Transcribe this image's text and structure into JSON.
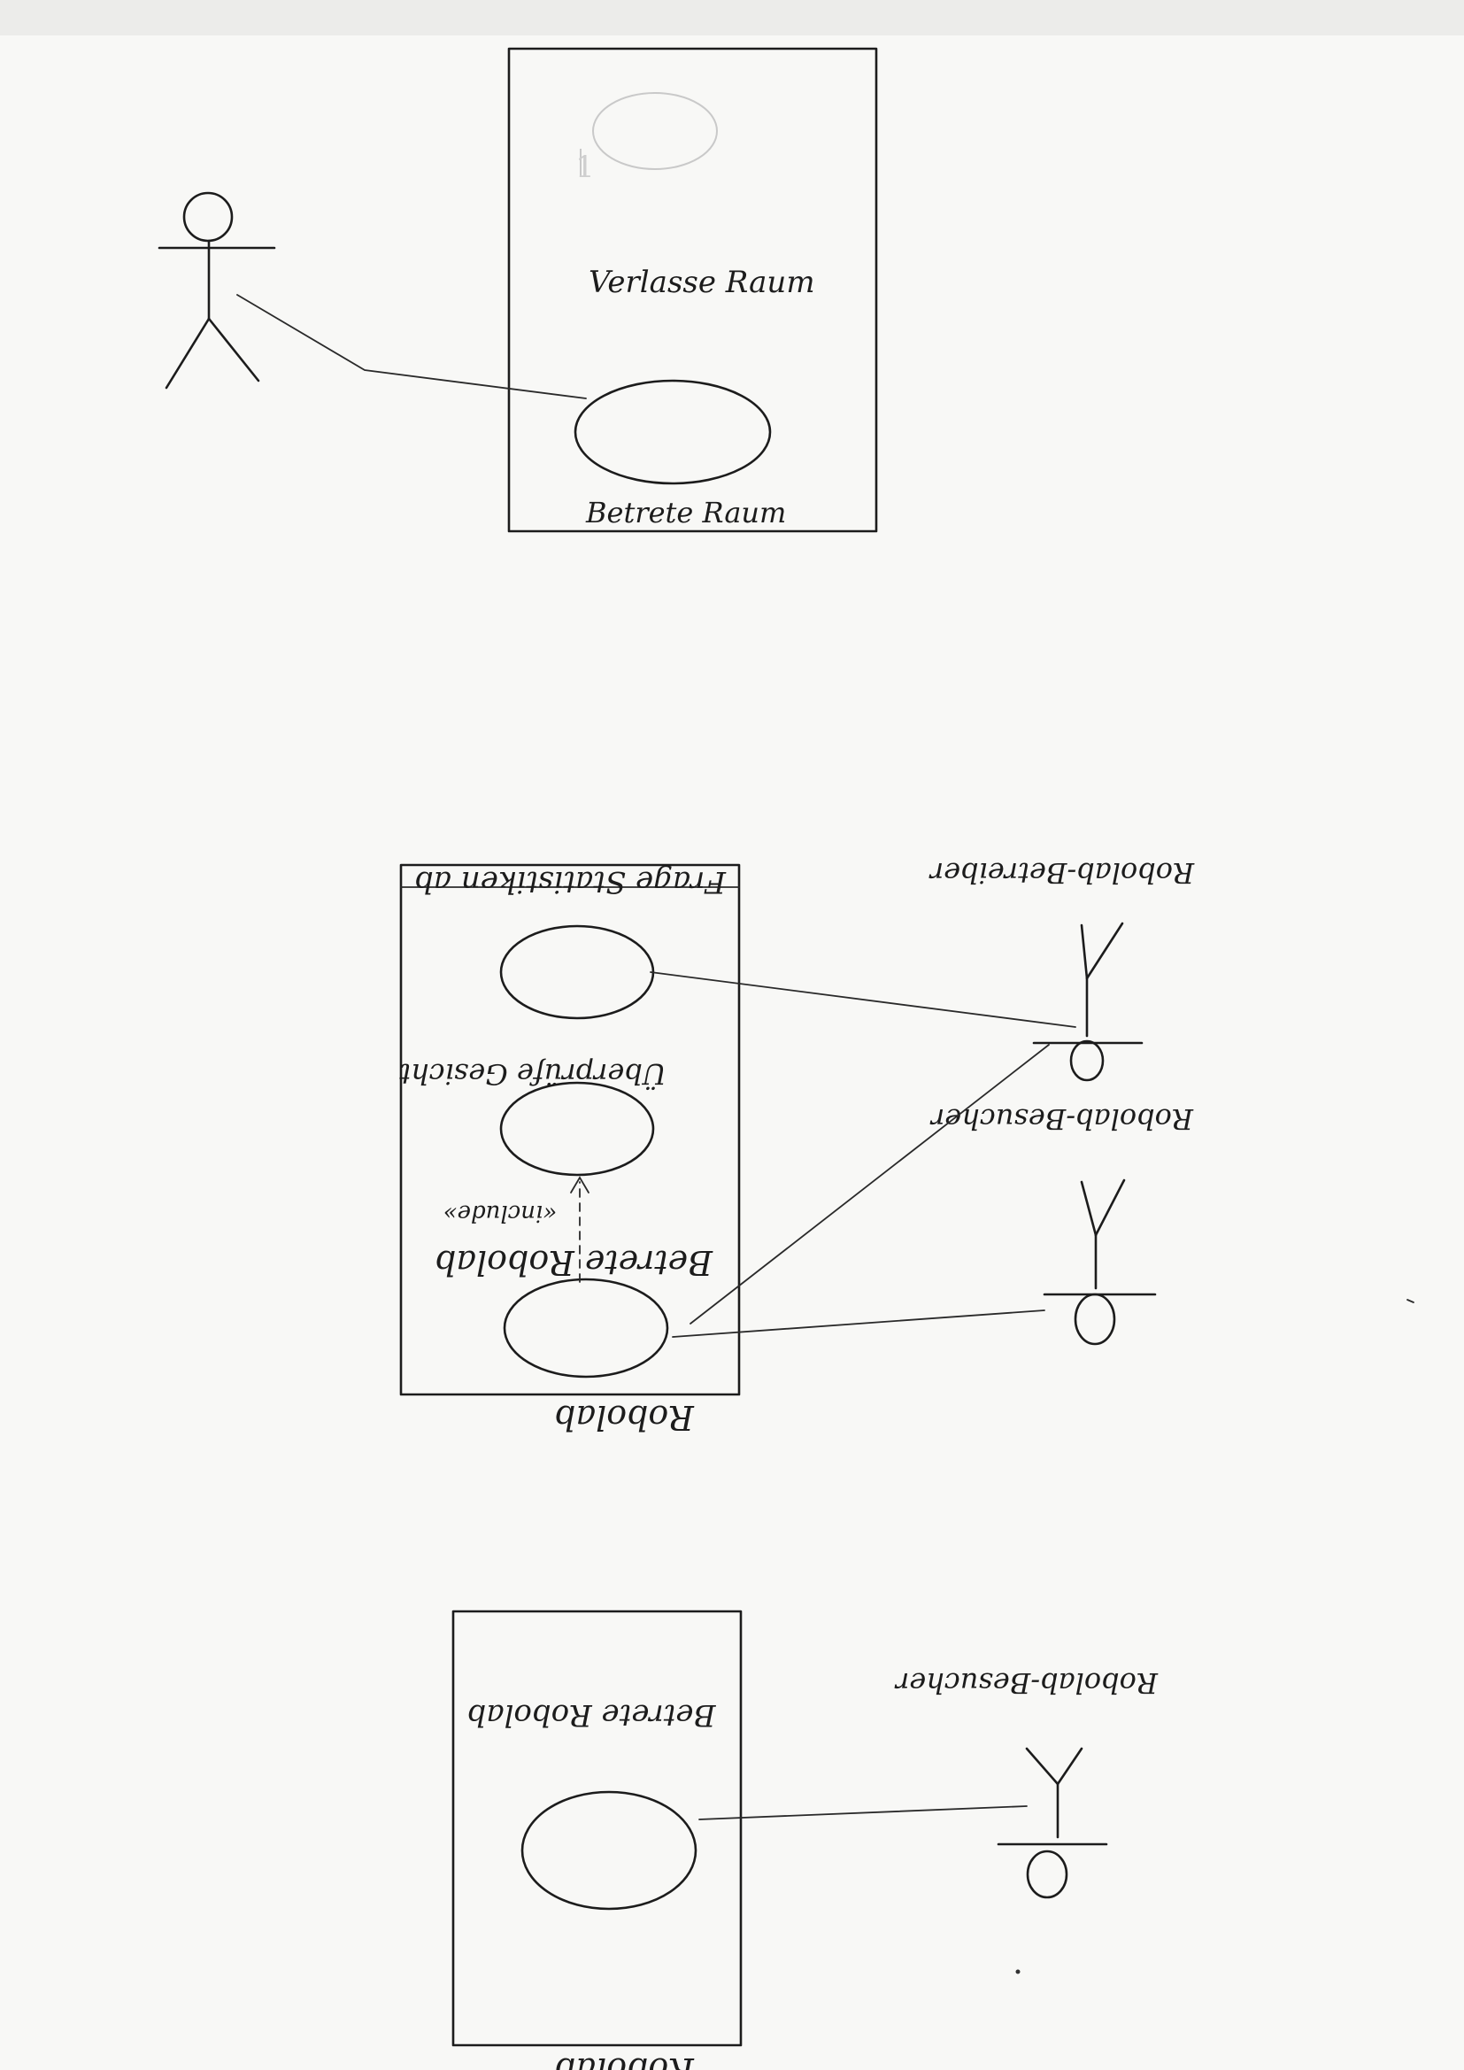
{
  "diagram1": {
    "use_case_top": "Verlasse Raum",
    "use_case_bottom": "Betrete Raum",
    "stereotype_mark": "1"
  },
  "diagram2": {
    "system_name": "Robolab",
    "use_cases": {
      "enter": "Betrete Robolab",
      "check_face": "Überprüfe Gesicht",
      "statistics": "Frage Statistiken ab"
    },
    "include_label": "«include»",
    "actors": {
      "visitor": "Robolab-Besucher",
      "operator": "Robolab-Betreiber"
    }
  },
  "diagram3": {
    "system_name": "Robolab",
    "use_case": "Betrete Robolab",
    "actor": "Robolab-Besucher"
  }
}
